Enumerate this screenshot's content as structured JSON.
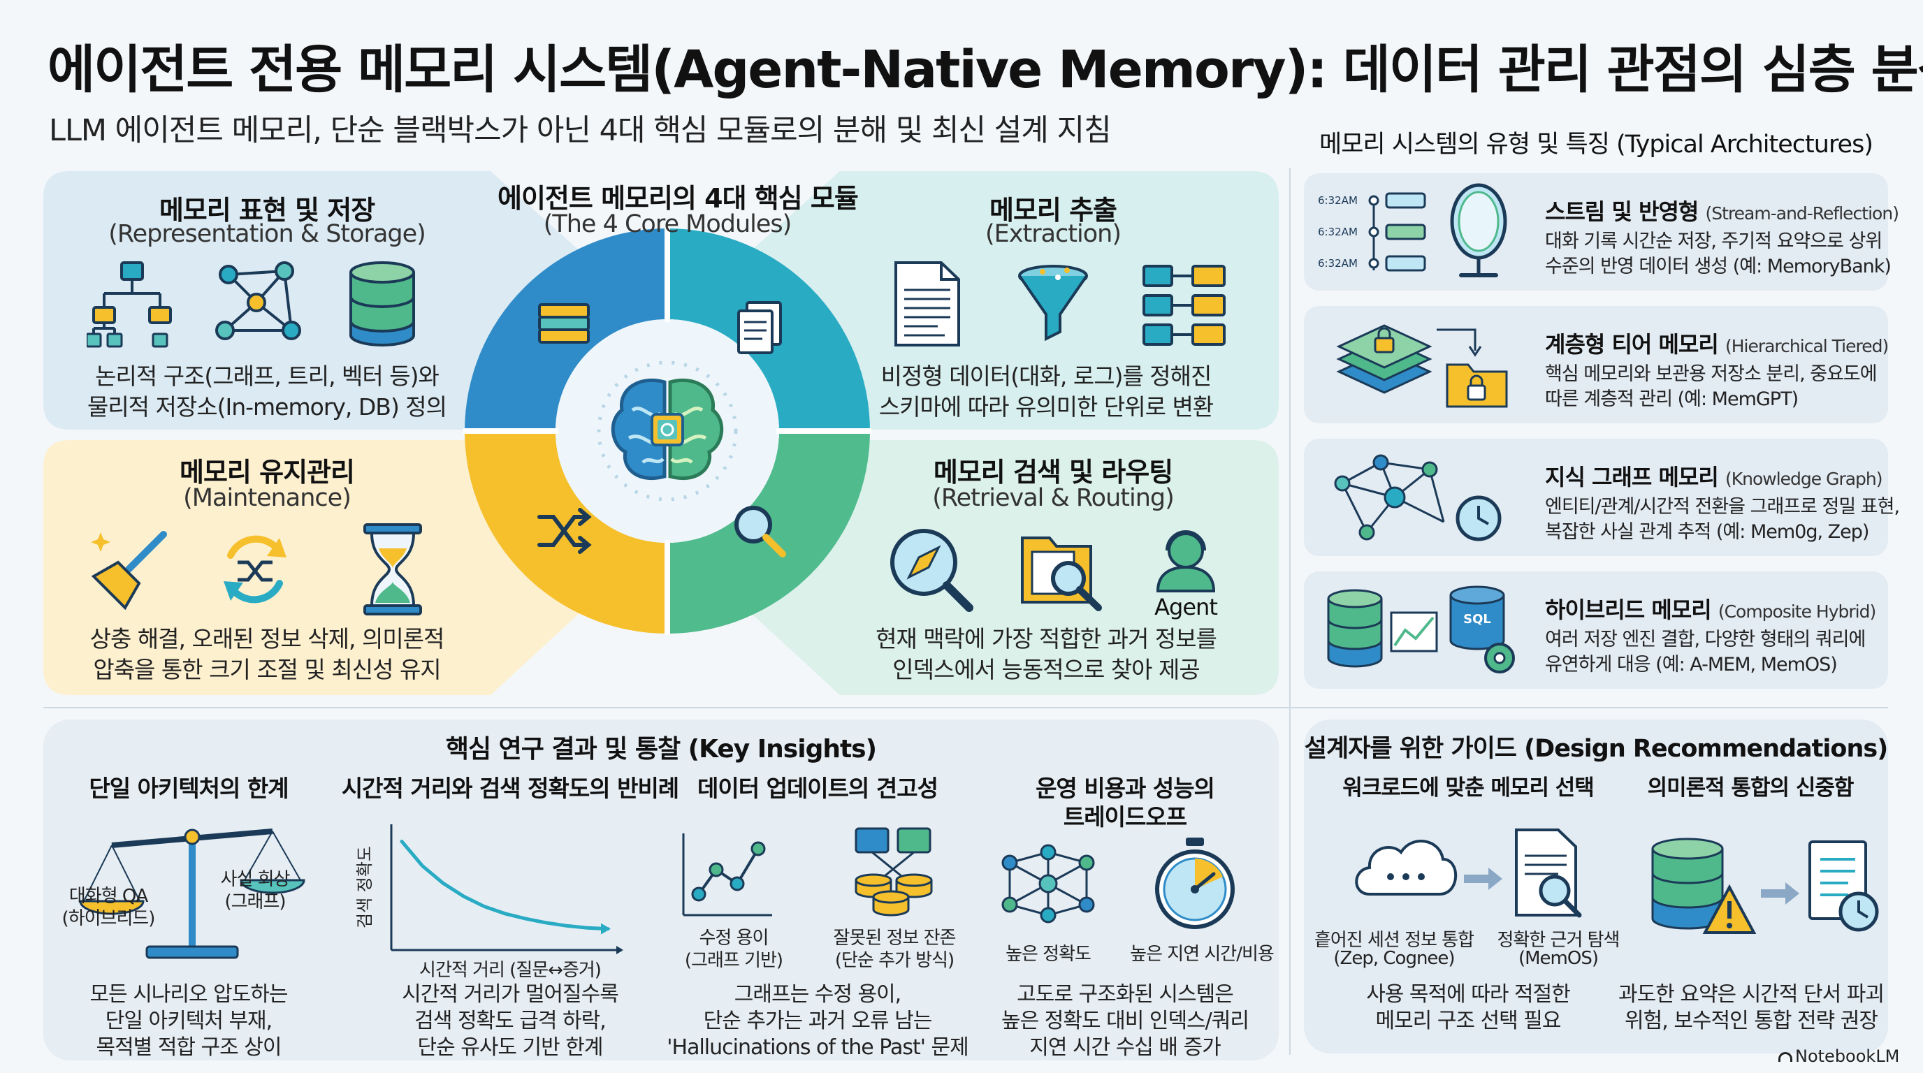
{
  "title": "에이전트 전용 메모리 시스템(Agent-Native Memory): 데이터 관리 관점의 심층 분석",
  "subtitle": "LLM 에이전트 메모리, 단순 블랙박스가 아닌 4대 핵심 모듈로의 분해 및 최신 설계 지침",
  "core": {
    "title": "에이전트 메모리의 4대 핵심 모듈",
    "subtitle": "(The 4 Core Modules)",
    "modules": [
      {
        "title": "메모리 표현 및 저장",
        "subtitle": "(Representation & Storage)",
        "desc1": "논리적 구조(그래프, 트리, 벡터 등)와",
        "desc2": "물리적 저장소(In-memory, DB) 정의"
      },
      {
        "title": "메모리 추출",
        "subtitle": "(Extraction)",
        "desc1": "비정형 데이터(대화, 로그)를 정해진",
        "desc2": "스키마에 따라 유의미한 단위로 변환"
      },
      {
        "title": "메모리 유지관리",
        "subtitle": "(Maintenance)",
        "desc1": "상충 해결, 오래된 정보 삭제, 의미론적",
        "desc2": "압축을 통한 크기 조절 및 최신성 유지"
      },
      {
        "title": "메모리 검색 및 라우팅",
        "subtitle": "(Retrieval & Routing)",
        "desc1": "현재 맥락에 가장 적합한 과거 정보를",
        "desc2": "인덱스에서 능동적으로 찾아 제공",
        "agent_label": "Agent"
      }
    ]
  },
  "types": {
    "header": "메모리 시스템의 유형 및 특징 (Typical Architectures)",
    "times": [
      "6:32AM",
      "6:32AM",
      "6:32AM"
    ],
    "sql_label": "SQL",
    "items": [
      {
        "name": "스트림 및 반영형",
        "en": "(Stream-and-Reflection)",
        "desc1": "대화 기록 시간순 저장, 주기적 요약으로 상위",
        "desc2": "수준의 반영 데이터 생성 (예: MemoryBank)"
      },
      {
        "name": "계층형 티어 메모리",
        "en": "(Hierarchical Tiered)",
        "desc1": "핵심 메모리와 보관용 저장소 분리, 중요도에",
        "desc2": "따른 계층적 관리 (예: MemGPT)"
      },
      {
        "name": "지식 그래프 메모리",
        "en": "(Knowledge Graph)",
        "desc1": "엔티티/관계/시간적 전환을 그래프로 정밀 표현,",
        "desc2": "복잡한 사실 관계 추적 (예: Mem0g, Zep)"
      },
      {
        "name": "하이브리드 메모리",
        "en": "(Composite Hybrid)",
        "desc1": "여러 저장 엔진 결합, 다양한 형태의 쿼리에",
        "desc2": "유연하게 대응 (예: A-MEM, MemOS)"
      }
    ]
  },
  "insights": {
    "header": "핵심 연구 결과 및 통찰 (Key Insights)",
    "items": [
      {
        "title": "단일 아키텍처의 한계",
        "left_label1": "대화형 QA",
        "left_label2": "(하이브리드)",
        "right_label1": "사실 회상",
        "right_label2": "(그래프)",
        "desc": [
          "모든 시나리오 압도하는",
          "단일 아키텍처 부재,",
          "목적별 적합 구조 상이"
        ]
      },
      {
        "title": "시간적 거리와 검색 정확도의 반비례",
        "ylabel": "검색 정확도",
        "xlabel": "시간적 거리 (질문↔증거)",
        "desc": [
          "시간적 거리가 멀어질수록",
          "검색 정확도 급격 하락,",
          "단순 유사도 기반 한계"
        ]
      },
      {
        "title": "데이터 업데이트의 견고성",
        "left_label1": "수정 용이",
        "left_label2": "(그래프 기반)",
        "right_label1": "잘못된 정보 잔존",
        "right_label2": "(단순 추가 방식)",
        "desc": [
          "그래프는 수정 용이,",
          "단순 추가는 과거 오류 남는",
          "'Hallucinations of the Past' 문제"
        ]
      },
      {
        "title1": "운영 비용과 성능의",
        "title2": "트레이드오프",
        "left_label": "높은 정확도",
        "right_label": "높은 지연 시간/비용",
        "desc": [
          "고도로 구조화된 시스템은",
          "높은 정확도 대비 인덱스/쿼리",
          "지연 시간 수십 배 증가"
        ]
      }
    ]
  },
  "guide": {
    "header": "설계자를 위한 가이드 (Design Recommendations)",
    "col1_title": "워크로드에 맞춘 메모리 선택",
    "col2_title": "의미론적 통합의 신중함",
    "left_label1": "흩어진 세션 정보 통합",
    "left_label2": "(Zep, Cognee)",
    "right_label1": "정확한 근거 탐색",
    "right_label2": "(MemOS)",
    "col1_desc": [
      "사용 목적에 따라 적절한",
      "메모리 구조 선택 필요"
    ],
    "col2_desc": [
      "과도한 요약은 시간적 단서 파괴",
      "위험, 보수적인 통합 전략 권장"
    ]
  },
  "brand": "NotebookLM",
  "chart_data": {
    "type": "line",
    "title": "",
    "xlabel": "시간적 거리 (질문↔증거)",
    "ylabel": "검색 정확도",
    "x": [
      0,
      1,
      2,
      3,
      4,
      5,
      6,
      7,
      8,
      9,
      10
    ],
    "y": [
      10,
      7.6,
      5.9,
      4.6,
      3.6,
      2.9,
      2.4,
      2.0,
      1.7,
      1.5,
      1.4
    ],
    "ylim": [
      0,
      11
    ],
    "grid": false
  }
}
